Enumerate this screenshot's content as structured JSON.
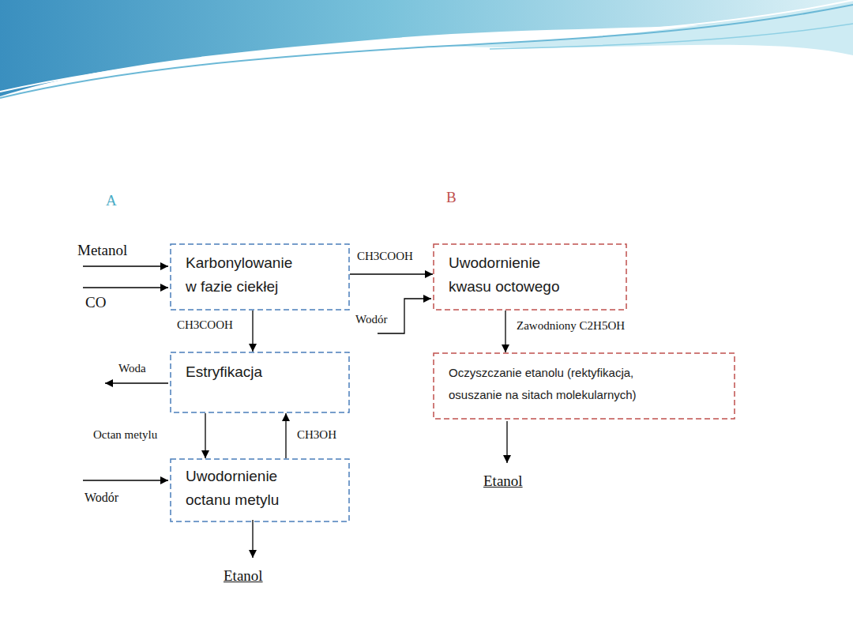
{
  "diagram": {
    "nodes": [
      {
        "text": [
          "Karbonylowanie w fazie ciekłej"
        ]
      },
      {
        "text": [
          "Estryfikacja"
        ]
      },
      {
        "text": [
          "Uwodornienie octanu metylu"
        ]
      },
      {
        "text": [
          "Uwodornienie kwasu octowego"
        ]
      },
      {
        "text": [
          "Oczyszczanie etanolu (rektyfikacja, osuszanie na sitach molekularnych)"
        ]
      }
    ],
    "edges": [
      {
        "from": 0,
        "to": 3,
        "label": "CH3COOH",
        "arrow": "to"
      },
      {
        "from": 0,
        "to": 1,
        "label": "CH3COOH",
        "arrow": "to"
      },
      {
        "from": 1,
        "to": 2,
        "label": "Octan metylu",
        "arrow": "to"
      },
      {
        "from": 2,
        "to": 1,
        "label": "CH3OH",
        "arrow": "to"
      },
      {
        "from": 3,
        "to": 4,
        "label": "Zawodniony C2H5OH",
        "arrow": "to"
      }
    ],
    "labels": [
      "A",
      "B",
      "Metanol",
      "CO",
      "Wodór",
      "Woda",
      "Wodór",
      "Etanol",
      "Etanol"
    ]
  }
}
